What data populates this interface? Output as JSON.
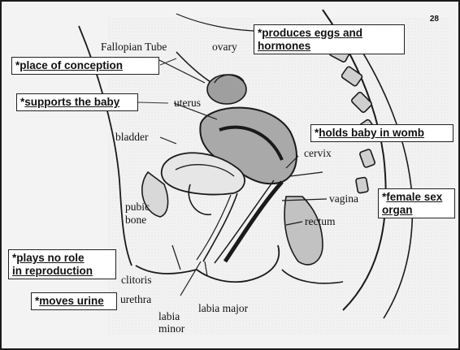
{
  "page_number": "28",
  "labels": {
    "fallopian_tube": "Fallopian Tube",
    "ovary": "ovary",
    "uterus": "uterus",
    "bladder": "bladder",
    "cervix": "cervix",
    "vagina": "vagina",
    "pubic_bone_1": "pubic",
    "pubic_bone_2": "bone",
    "rectum": "rectum",
    "clitoris": "clitoris",
    "urethra": "urethra",
    "labia_minor_1": "labia",
    "labia_minor_2": "minor",
    "labia_major": "labia major"
  },
  "annotations": {
    "ovary_marker": "*",
    "ovary_line1": "produces eggs and",
    "ovary_line2": "hormones",
    "tube_marker": "*",
    "tube": "place of conception",
    "uterus_marker": "*",
    "uterus": "supports the baby",
    "cervix_marker": "*",
    "cervix": "holds baby in womb",
    "vagina_marker": "*",
    "vagina_line1": "female sex",
    "vagina_line2": "organ",
    "clitoris_marker": "*",
    "clitoris_line1": "plays no role",
    "clitoris_line2": "in reproduction",
    "urethra_marker": "*",
    "urethra": "moves urine"
  },
  "colors": {
    "background": "#f3f3f3",
    "organ_shading": "#b8b8b8",
    "uterus_shading": "#a9a9a9",
    "outline": "#1a1a1a"
  }
}
